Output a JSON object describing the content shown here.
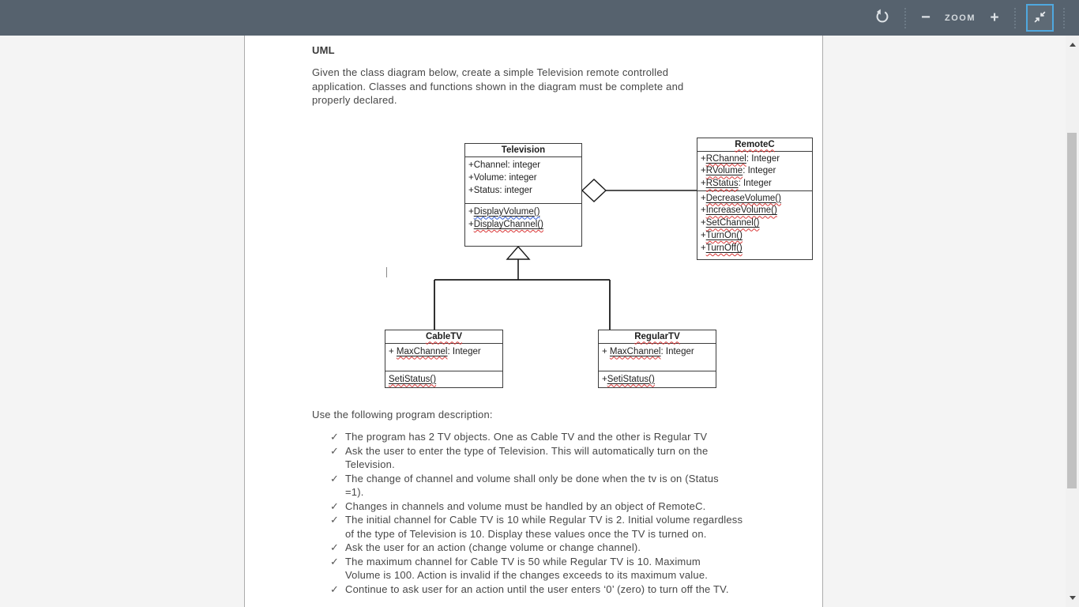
{
  "toolbar": {
    "zoom_label": "ZOOM",
    "zoom_out_glyph": "−",
    "zoom_in_glyph": "+",
    "accent_color": "#4FA8DF",
    "bg_color": "#56626E"
  },
  "document": {
    "heading": "UML",
    "intro": "Given the class diagram below, create a simple Television remote controlled\napplication. Classes and functions shown in the diagram must be complete and\nproperly declared.",
    "description_label": "Use the following program description:",
    "bullet_marker": "✓",
    "bullets": [
      "The program has 2 TV objects. One as Cable TV and the other is Regular TV",
      "Ask the user to enter the type of Television. This will automatically turn on the\nTelevision.",
      "The change of channel and volume shall only be done when the tv is on (Status\n=1).",
      "Changes in channels and volume must be handled by an object of RemoteC.",
      "The initial channel for Cable TV is 10 while Regular TV is 2. Initial volume regardless\nof the type of Television is 10. Display these values once the TV is turned on.",
      "Ask the user for an action (change volume or change channel).",
      "The maximum channel for Cable TV is 50 while Regular TV is 10. Maximum\nVolume is 100. Action is invalid if the changes exceeds to its maximum value.",
      "Continue to ask user for an action until the user enters ‘0’ (zero) to turn off the TV."
    ]
  },
  "diagram": {
    "squiggle_red": "#D93636",
    "squiggle_blue": "#2E5BD7",
    "television": {
      "title": {
        "token": "Television"
      },
      "attributes": [
        {
          "pre": "+Channel: integer"
        },
        {
          "pre": "+Volume: integer"
        },
        {
          "pre": "+Status: integer"
        }
      ],
      "methods": [
        {
          "pre": "+",
          "token": "DisplayVolume()",
          "u": true,
          "sq": "blue"
        },
        {
          "pre": "+",
          "token": "DisplayChannel()",
          "u": true,
          "sq": "red"
        }
      ]
    },
    "remotec": {
      "title": {
        "token": "RemoteC",
        "sq": "red"
      },
      "attributes": [
        {
          "pre": "+",
          "token": "RChannel",
          "u": true,
          "sq": "red",
          "post": ": Integer"
        },
        {
          "pre": "+",
          "token": "RVolume",
          "u": true,
          "sq": "red",
          "post": ": Integer"
        },
        {
          "pre": "+",
          "token": "RStatus",
          "u": true,
          "sq": "red",
          "post": ": Integer"
        }
      ],
      "methods": [
        {
          "pre": "+",
          "token": "DecreaseVolume()",
          "u": true,
          "sq": "red"
        },
        {
          "pre": "+",
          "token": "IncreaseVolume()",
          "u": true,
          "sq": "red"
        },
        {
          "pre": "+",
          "token": "SetChannel()",
          "u": true,
          "sq": "red"
        },
        {
          "pre": "+",
          "token": "TurnOn()",
          "u": true,
          "sq": "red"
        },
        {
          "pre": "+",
          "token": "TurnOff()",
          "u": true,
          "sq": "red"
        }
      ]
    },
    "cabletv": {
      "title": {
        "token": "CableTV",
        "sq": "red"
      },
      "attributes": [
        {
          "pre": "+ ",
          "token": "MaxChannel",
          "u": true,
          "sq": "red",
          "post": ": Integer"
        }
      ],
      "methods": [
        {
          "token": "SetiStatus()",
          "u": true,
          "sq": "red"
        }
      ]
    },
    "regulartv": {
      "title": {
        "token": "RegularTV",
        "sq": "red"
      },
      "attributes": [
        {
          "pre": "+ ",
          "token": "MaxChannel",
          "u": true,
          "sq": "red",
          "post": ": Integer"
        }
      ],
      "methods": [
        {
          "pre": "+",
          "token": "SetiStatus()",
          "u": true,
          "sq": "red"
        }
      ]
    }
  }
}
